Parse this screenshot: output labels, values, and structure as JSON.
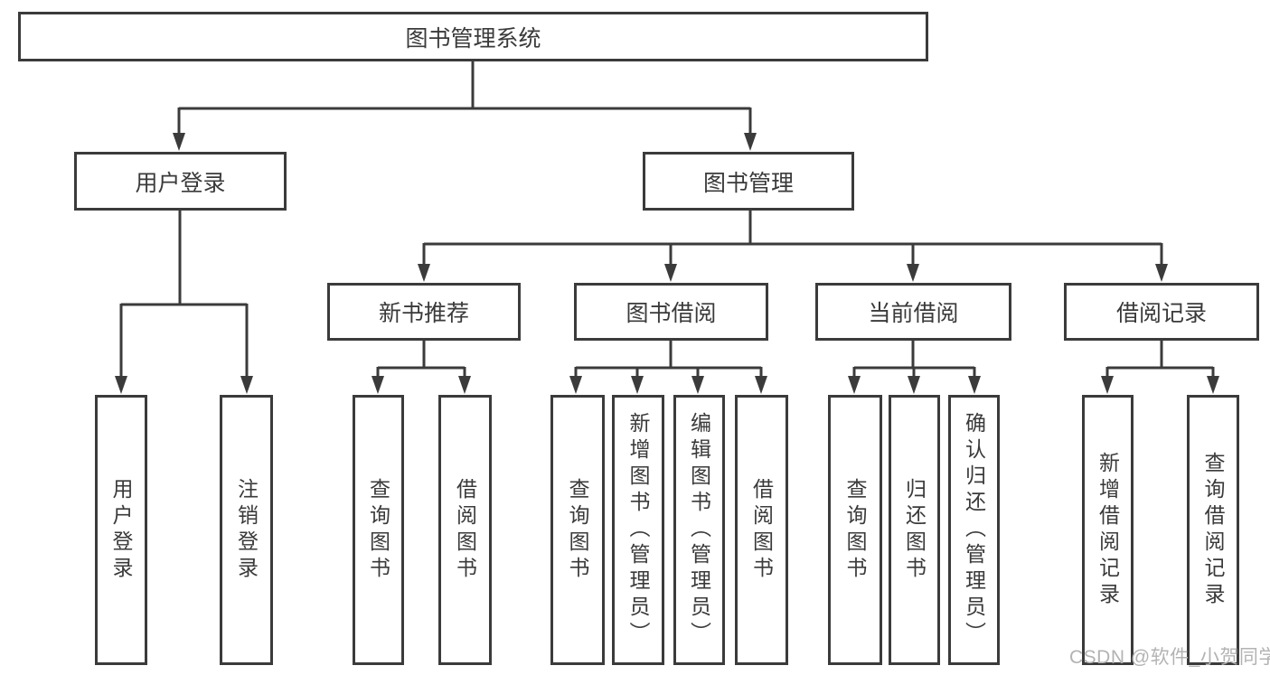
{
  "tree": {
    "root": {
      "label": "图书管理系统"
    },
    "level2": [
      {
        "label": "用户登录",
        "children": [
          {
            "label": "用户登录"
          },
          {
            "label": "注销登录"
          }
        ]
      },
      {
        "label": "图书管理",
        "children": [
          {
            "label": "新书推荐",
            "children": [
              {
                "label": "查询图书"
              },
              {
                "label": "借阅图书"
              }
            ]
          },
          {
            "label": "图书借阅",
            "children": [
              {
                "label": "查询图书"
              },
              {
                "label": "新增图书（管理员）"
              },
              {
                "label": "编辑图书（管理员）"
              },
              {
                "label": "借阅图书"
              }
            ]
          },
          {
            "label": "当前借阅",
            "children": [
              {
                "label": "查询图书"
              },
              {
                "label": "归还图书"
              },
              {
                "label": "确认归还（管理员）"
              }
            ]
          },
          {
            "label": "借阅记录",
            "children": [
              {
                "label": "新增借阅记录"
              },
              {
                "label": "查询借阅记录"
              }
            ]
          }
        ]
      }
    ]
  },
  "watermark": {
    "text": "CSDN @软件_小贺同学"
  },
  "colors": {
    "line": "#3b3b3b",
    "text": "#3a3a3a",
    "box_background": "#ffffff",
    "watermark": "#b3b3b3",
    "background": "#ffffff"
  }
}
